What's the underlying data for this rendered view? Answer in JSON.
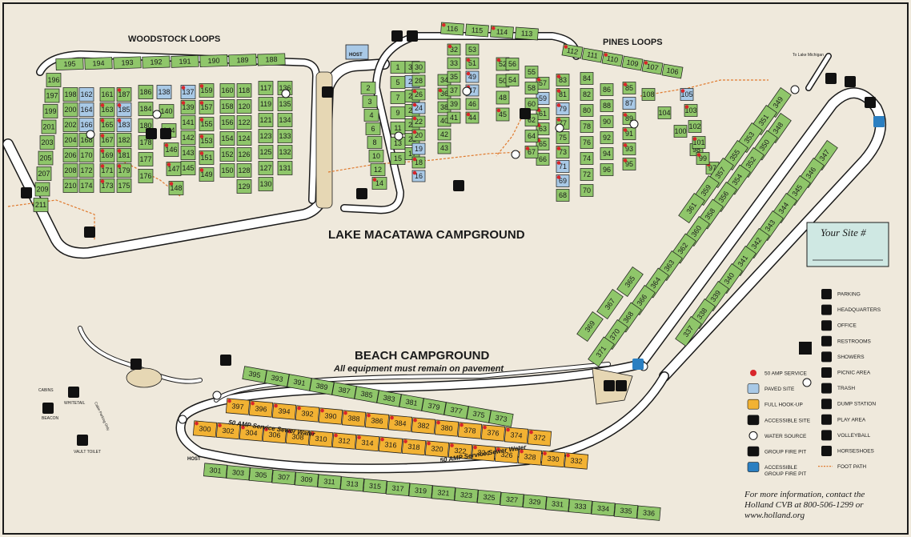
{
  "titles": {
    "lake_campground": "LAKE MACATAWA CAMPGROUND",
    "beach_campground": "BEACH CAMPGROUND",
    "beach_note": "All equipment must remain on pavement",
    "woodstock_loops": "WOODSTOCK LOOPS",
    "pines_loops": "PINES LOOPS",
    "to_lake_michigan": "To Lake Michigan",
    "host_top": "HOST",
    "host_bottom": "HOST",
    "cabins": "CABINS",
    "beacon": "BEACON",
    "whitetail": "WHITETAIL",
    "vault_toilet": "VAULT TOILET",
    "cabin_parking": "Cabin Parking Only"
  },
  "amp_labels": {
    "upper": "50 AMP Service   Sewer   Water",
    "lower": "50 AMP Service   Sewer   Water"
  },
  "your_site": {
    "label": "Your Site #"
  },
  "legend_right": [
    {
      "icon": "parking-icon",
      "label": "PARKING"
    },
    {
      "icon": "headquarters-icon",
      "label": "HEADQUARTERS"
    },
    {
      "icon": "office-icon",
      "label": "OFFICE"
    },
    {
      "icon": "restrooms-icon",
      "label": "RESTROOMS"
    },
    {
      "icon": "showers-icon",
      "label": "SHOWERS"
    },
    {
      "icon": "picnic-area-icon",
      "label": "PICNIC AREA"
    },
    {
      "icon": "trash-icon",
      "label": "TRASH"
    },
    {
      "icon": "dump-station-icon",
      "label": "DUMP STATION"
    },
    {
      "icon": "play-area-icon",
      "label": "PLAY AREA"
    },
    {
      "icon": "volleyball-icon",
      "label": "VOLLEYBALL"
    },
    {
      "icon": "horseshoes-icon",
      "label": "HORSESHOES"
    },
    {
      "icon": "foot-path-icon",
      "label": "FOOT PATH"
    }
  ],
  "legend_left": [
    {
      "icon": "amp-service-icon",
      "label": "50 AMP SERVICE"
    },
    {
      "icon": "paved-site-icon",
      "label": "PAVED SITE"
    },
    {
      "icon": "full-hookup-icon",
      "label": "FULL HOOK-UP"
    },
    {
      "icon": "accessible-site-icon",
      "label": "ACCESSIBLE SITE"
    },
    {
      "icon": "water-source-icon",
      "label": "WATER SOURCE"
    },
    {
      "icon": "group-fire-pit-icon",
      "label": "GROUP FIRE PIT"
    },
    {
      "icon": "accessible-fire-pit-icon",
      "label": "ACCESSIBLE"
    },
    {
      "icon": "accessible-fire-pit-icon-2",
      "label": "GROUP FIRE PIT"
    }
  ],
  "contact": {
    "line1": "For more information, contact the",
    "line2": "Holland CVB at 800-506-1299 or",
    "line3": "www.holland.org"
  },
  "colors": {
    "background": "#efe9dc",
    "site_green": "#8fc66a",
    "paved_blue": "#a9c9e6",
    "full_hookup": "#f2b233",
    "road": "#ffffff",
    "sand": "#e6d7b4",
    "star_red": "#d8262b"
  },
  "sites": {
    "woodstock_top": [
      "195",
      "194",
      "193",
      "192",
      "191",
      "190",
      "189",
      "188"
    ],
    "woodstock_col1": [
      "196",
      "197",
      "199",
      "201",
      "203",
      "205",
      "207",
      "209",
      "211"
    ],
    "woodstock_col2": [
      "198",
      "200",
      "202",
      "204",
      "206",
      "208",
      "210"
    ],
    "woodstock_c2b": [
      "162",
      "164",
      "166",
      "168",
      "170",
      "172",
      "174"
    ],
    "woodstock_c3": [
      "161",
      "163",
      "165",
      "167",
      "169",
      "171",
      "173"
    ],
    "woodstock_c4": [
      "187",
      "185",
      "183",
      "182",
      "181",
      "179",
      "175"
    ],
    "woodstock_c5": [
      "186",
      "184",
      "180",
      "178",
      "177",
      "176"
    ],
    "woodstock_c6": [
      "138",
      "140",
      "144",
      "146",
      "147",
      "148"
    ],
    "woodstock_c7": [
      "137",
      "139",
      "141",
      "142",
      "143",
      "145"
    ],
    "woodstock_c8": [
      "159",
      "157",
      "155",
      "153",
      "151",
      "149"
    ],
    "woodstock_c9": [
      "160",
      "158",
      "156",
      "154",
      "152",
      "150"
    ],
    "woodstock_c10": [
      "118",
      "120",
      "122",
      "124",
      "126",
      "128",
      "129"
    ],
    "woodstock_c11": [
      "117",
      "119",
      "121",
      "123",
      "125",
      "127",
      "130"
    ],
    "woodstock_c12": [
      "136",
      "135",
      "134",
      "133",
      "132",
      "131"
    ],
    "central_a": [
      "2",
      "3",
      "4",
      "6",
      "8",
      "10",
      "12",
      "14"
    ],
    "central_b": [
      "1",
      "5",
      "7",
      "9",
      "11",
      "13",
      "15"
    ],
    "central_c": [
      "31",
      "29",
      "27",
      "25",
      "23",
      "21",
      "17"
    ],
    "central_d": [
      "30",
      "28",
      "26",
      "24",
      "22",
      "20",
      "19",
      "18",
      "16"
    ],
    "central_e": [
      "34",
      "36",
      "38",
      "40",
      "42",
      "43"
    ],
    "central_f": [
      "32",
      "33",
      "35",
      "37",
      "39",
      "41"
    ],
    "central_g": [
      "53",
      "51",
      "49",
      "47",
      "46",
      "44"
    ],
    "central_h": [
      "52",
      "50",
      "48",
      "45"
    ],
    "central_top": [
      "116",
      "115",
      "114",
      "113"
    ],
    "pines_top": [
      "112",
      "111",
      "110",
      "109",
      "107",
      "106"
    ],
    "pines_a": [
      "57",
      "59",
      "61",
      "63",
      "65",
      "66"
    ],
    "pines_b": [
      "55",
      "58",
      "60",
      "62",
      "64",
      "67"
    ],
    "pines_c": [
      "56",
      "54"
    ],
    "pines_d": [
      "83",
      "81",
      "79",
      "77",
      "75",
      "73",
      "71",
      "69",
      "68"
    ],
    "pines_e": [
      "84",
      "82",
      "80",
      "78",
      "76",
      "74",
      "72",
      "70"
    ],
    "pines_f": [
      "86",
      "88",
      "90",
      "92",
      "94",
      "96"
    ],
    "pines_g": [
      "85",
      "87",
      "89",
      "91",
      "93",
      "95"
    ],
    "pines_h": [
      "108",
      "104",
      "100",
      "98",
      "97"
    ],
    "pines_i": [
      "105",
      "103",
      "102",
      "101",
      "99"
    ],
    "east_outer": [
      "349",
      "351",
      "353",
      "355",
      "357",
      "359",
      "361"
    ],
    "east_inner": [
      "348",
      "350",
      "352",
      "354",
      "356",
      "358",
      "360",
      "362",
      "363",
      "364",
      "366",
      "368",
      "370",
      "371"
    ],
    "east_inner2": [
      "347",
      "346",
      "345",
      "344",
      "343",
      "342",
      "341",
      "340",
      "339",
      "338",
      "337"
    ],
    "east_lower": [
      "365",
      "367",
      "369"
    ],
    "beach_top": [
      "395",
      "393",
      "391",
      "389",
      "387",
      "385",
      "383",
      "381",
      "379",
      "377",
      "375",
      "373"
    ],
    "beach_orange_upper": [
      "397",
      "396",
      "394",
      "392",
      "390",
      "388",
      "386",
      "384",
      "382",
      "380",
      "378",
      "376",
      "374",
      "372"
    ],
    "beach_orange_lower": [
      "300",
      "302",
      "304",
      "306",
      "308",
      "310",
      "312",
      "314",
      "316",
      "318",
      "320",
      "322",
      "324",
      "326",
      "328",
      "330",
      "332"
    ],
    "beach_bottom": [
      "301",
      "303",
      "305",
      "307",
      "309",
      "311",
      "313",
      "315",
      "317",
      "319",
      "321",
      "323",
      "325",
      "327",
      "329",
      "331",
      "333",
      "334",
      "335",
      "336"
    ]
  }
}
